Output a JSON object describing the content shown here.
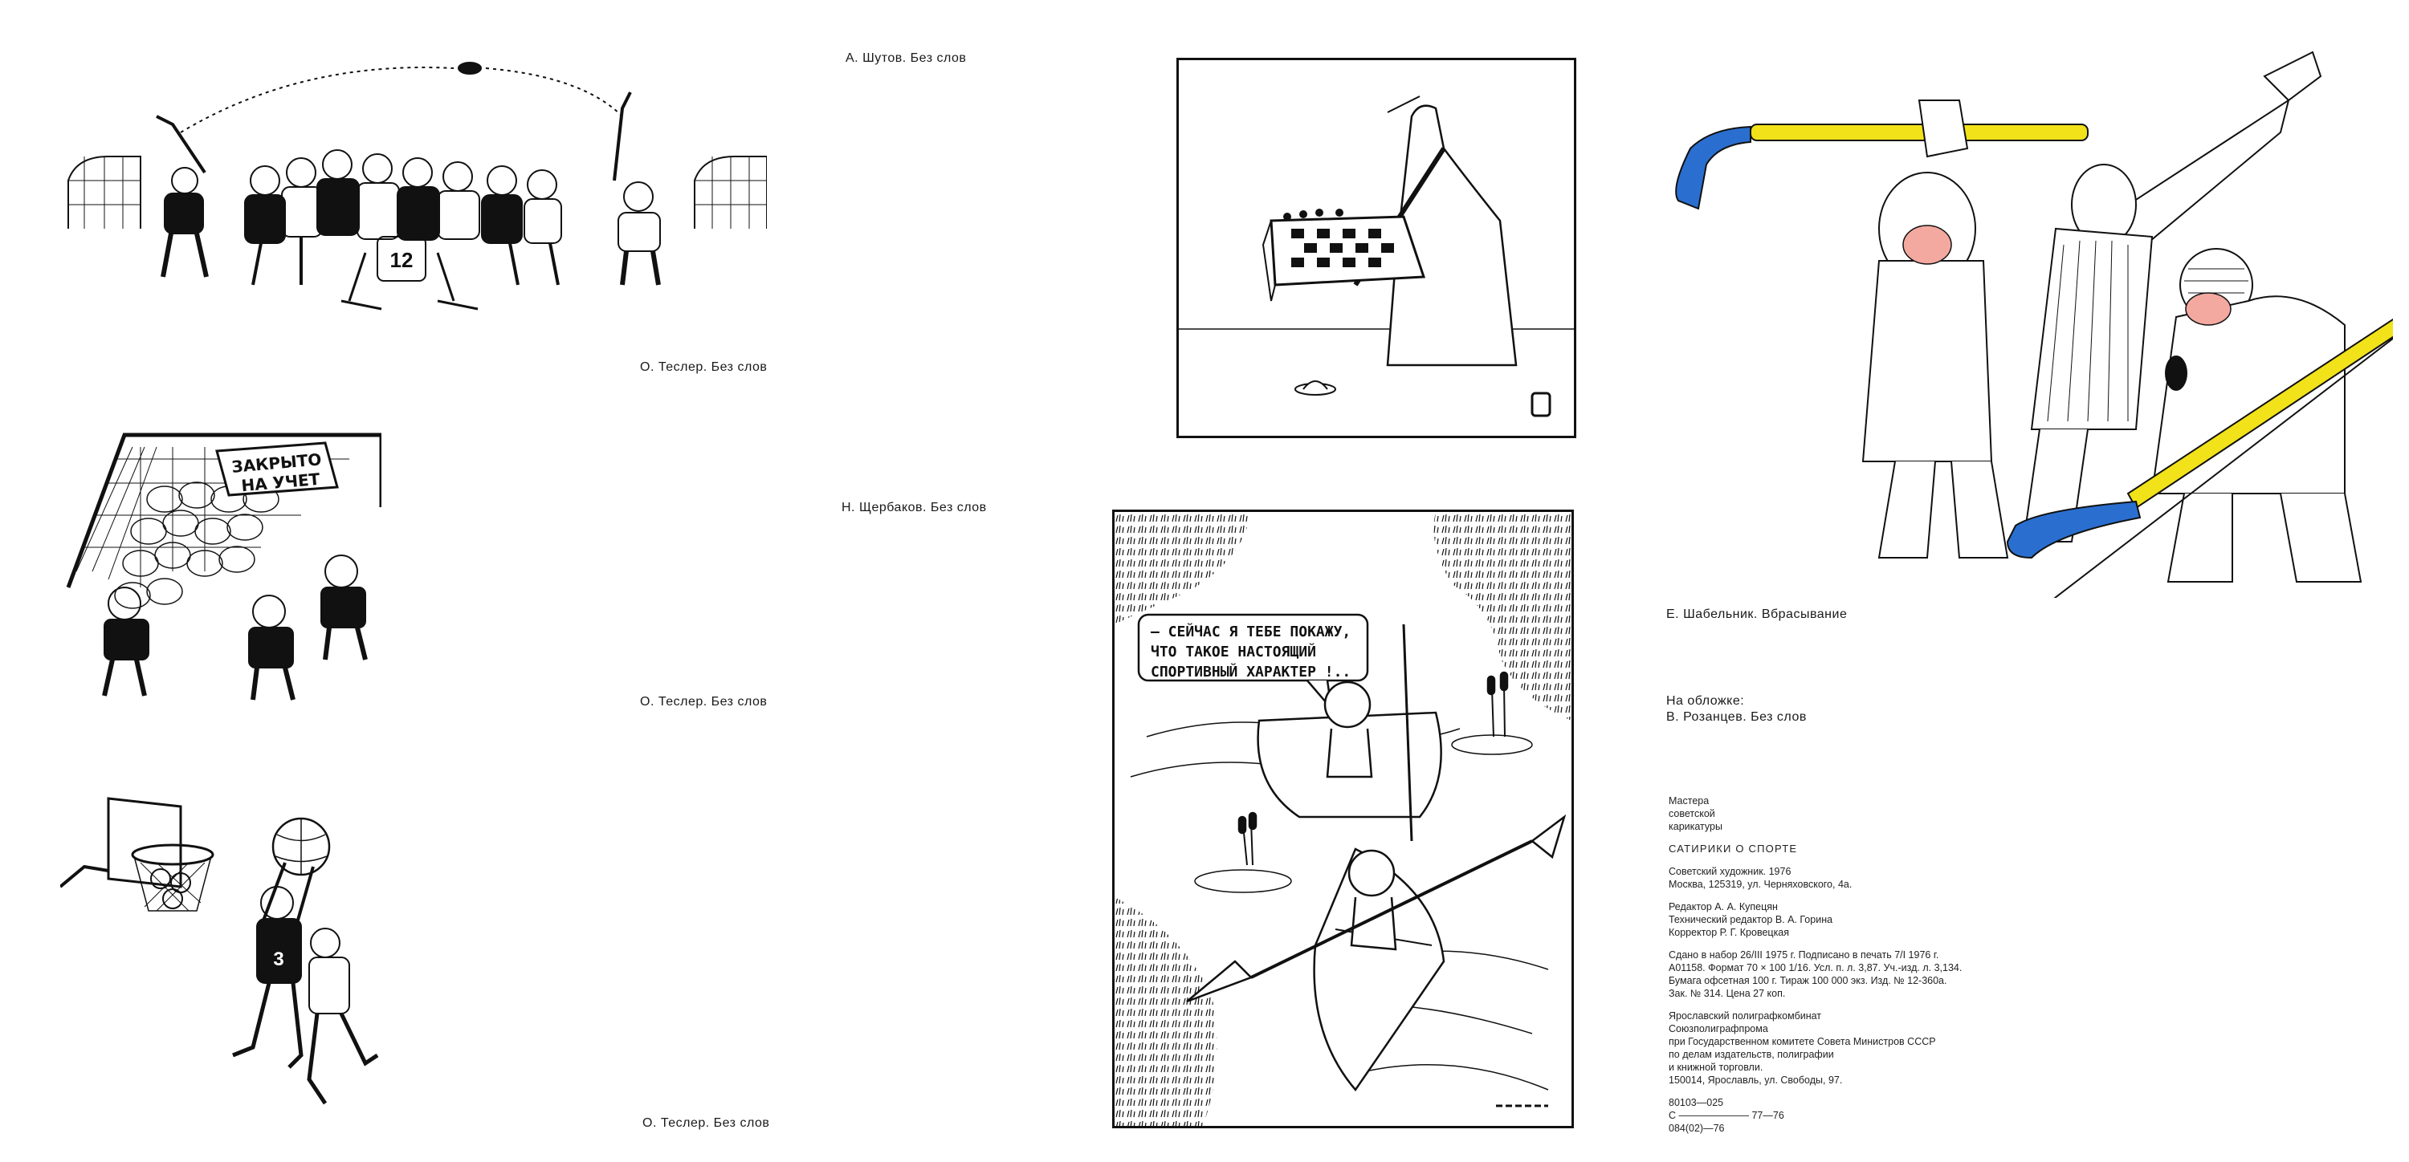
{
  "captions": {
    "shutov": "А. Шутов. Без слов",
    "tesler_1": "О. Теслер. Без слов",
    "tesler_2": "О. Теслер. Без слов",
    "tesler_3": "О. Теслер. Без слов",
    "shcherbakov": "Н. Щербаков. Без слов",
    "shabelnik": "Е. Шабельник. Вбрасывание"
  },
  "cover": {
    "label": "На обложке:",
    "value": "В. Розанцев. Без слов"
  },
  "cartoons": {
    "hockey_jersey": "12",
    "goal_sign_line1": "ЗАКРЫТО",
    "goal_sign_line2": "НА УЧЕТ",
    "basketball_jersey": "3",
    "kayak_speech_line1": "– СЕЙЧАС Я ТЕБЕ ПОКАЖУ,",
    "kayak_speech_line2": "ЧТО ТАКОЕ НАСТОЯЩИЙ",
    "kayak_speech_line3": "СПОРТИВНЫЙ ХАРАКТЕР !.."
  },
  "imprint": {
    "series_1": "Мастера",
    "series_2": "советской",
    "series_3": "карикатуры",
    "title": "САТИРИКИ О СПОРТЕ",
    "publisher_1": "Советский художник. 1976",
    "publisher_2": "Москва, 125319, ул. Черняховского, 4а.",
    "editor_1": "Редактор А. А. Купецян",
    "editor_2": "Технический редактор В. А. Горина",
    "editor_3": "Корректор Р. Г. Кровецкая",
    "print_1": "Сдано в набор 26/III 1975 г. Подписано в печать 7/I 1976 г.",
    "print_2": "А01158. Формат 70 × 100 1/16. Усл. п. л. 3,87. Уч.-изд. л. 3,134.",
    "print_3": "Бумага офсетная 100 г. Тираж 100 000 экз. Изд. № 12-360а.",
    "print_4": "Зак. № 314. Цена 27 коп.",
    "printer_1": "Ярославский полиграфкомбинат",
    "printer_2": "Союзполиграфпрома",
    "printer_3": "при Государственном комитете Совета Министров СССР",
    "printer_4": "по делам издательств, полиграфии",
    "printer_5": "и книжной торговли.",
    "printer_6": "150014, Ярославль, ул. Свободы, 97.",
    "code_1": "80103—025",
    "code_2": "С ——————— 77—76",
    "code_3": "084(02)—76"
  },
  "colors": {
    "ink": "#111111",
    "stick_yellow": "#f2e21a",
    "stick_blue": "#2a6fd0",
    "skin_pink": "#f3a9a0"
  }
}
